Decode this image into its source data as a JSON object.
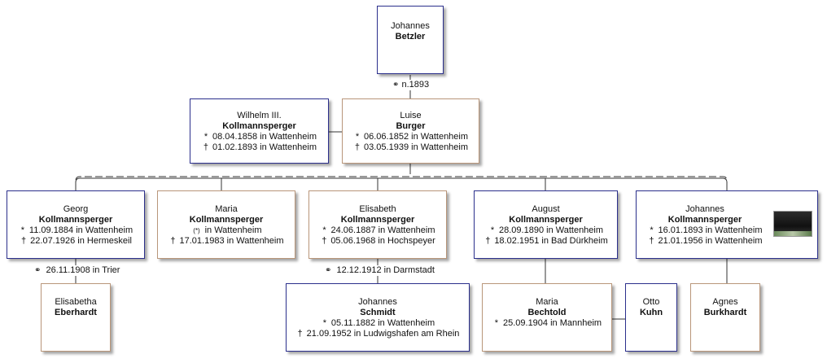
{
  "people": {
    "johannes_betzler": {
      "first": "Johannes",
      "last": "Betzler",
      "born": "",
      "died": ""
    },
    "wilhelm": {
      "first": "Wilhelm III.",
      "last": "Kollmannsperger",
      "born": "08.04.1858 in Wattenheim",
      "died": "01.02.1893 in Wattenheim"
    },
    "luise": {
      "first": "Luise",
      "last": "Burger",
      "born": "06.06.1852 in Wattenheim",
      "died": "03.05.1939 in Wattenheim"
    },
    "georg": {
      "first": "Georg",
      "last": "Kollmannsperger",
      "born": "11.09.1884 in Wattenheim",
      "died": "22.07.1926 in Hermeskeil"
    },
    "maria_k": {
      "first": "Maria",
      "last": "Kollmannsperger",
      "born": "in Wattenheim",
      "died": "17.01.1983 in Wattenheim"
    },
    "elisabeth_k": {
      "first": "Elisabeth",
      "last": "Kollmannsperger",
      "born": "24.06.1887 in Wattenheim",
      "died": "05.06.1968 in Hochspeyer"
    },
    "august": {
      "first": "August",
      "last": "Kollmannsperger",
      "born": "28.09.1890 in Wattenheim",
      "died": "18.02.1951 in Bad Dürkheim"
    },
    "johannes_k": {
      "first": "Johannes",
      "last": "Kollmannsperger",
      "born": "16.01.1893 in Wattenheim",
      "died": "21.01.1956 in Wattenheim"
    },
    "elisabetha": {
      "first": "Elisabetha",
      "last": "Eberhardt",
      "born": "",
      "died": ""
    },
    "johannes_schmidt": {
      "first": "Johannes",
      "last": "Schmidt",
      "born": "05.11.1882 in Wattenheim",
      "died": "21.09.1952 in Ludwigshafen am Rhein"
    },
    "maria_bechtold": {
      "first": "Maria",
      "last": "Bechtold",
      "born": "25.09.1904 in Mannheim",
      "died": ""
    },
    "otto": {
      "first": "Otto",
      "last": "Kuhn",
      "born": "",
      "died": ""
    },
    "agnes": {
      "first": "Agnes",
      "last": "Burkhardt",
      "born": "",
      "died": ""
    }
  },
  "marriages": {
    "betzler_burger": "n.1893",
    "georg_eberhardt": "26.11.1908 in Trier",
    "elisabeth_schmidt": "12.12.1912 in Darmstadt"
  },
  "symbols": {
    "born": "*",
    "died": "†",
    "married": "⚭",
    "born_uncertain": "(*)"
  },
  "colors": {
    "male_border": "#2b2f8c",
    "female_border": "#b9967a",
    "line": "#333333"
  },
  "icons": {
    "photo": "portrait-photo-icon"
  }
}
